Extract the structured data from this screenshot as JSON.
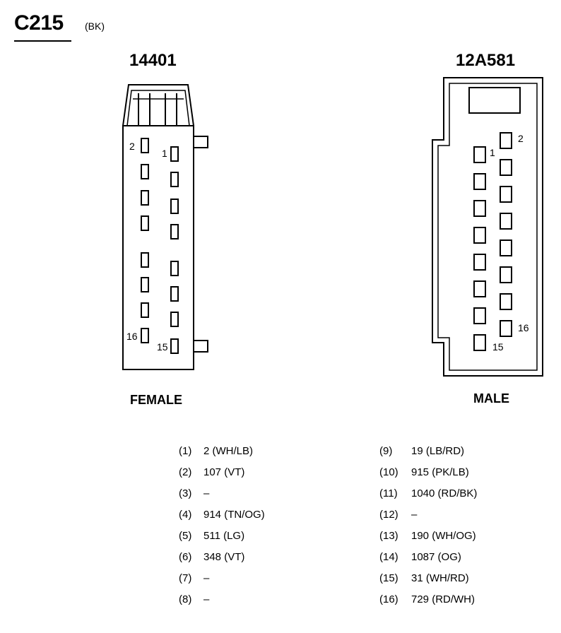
{
  "connector": {
    "id": "C215",
    "color_code": "(BK)"
  },
  "female": {
    "part_number": "14401",
    "label": "FEMALE",
    "pin_labels": [
      "1",
      "2",
      "15",
      "16"
    ]
  },
  "male": {
    "part_number": "12A581",
    "label": "MALE",
    "pin_labels": [
      "1",
      "2",
      "15",
      "16"
    ]
  },
  "pin_table": {
    "left": [
      {
        "num": "(1)",
        "wire": "2 (WH/LB)"
      },
      {
        "num": "(2)",
        "wire": "107 (VT)"
      },
      {
        "num": "(3)",
        "wire": "–"
      },
      {
        "num": "(4)",
        "wire": "914 (TN/OG)"
      },
      {
        "num": "(5)",
        "wire": "511 (LG)"
      },
      {
        "num": "(6)",
        "wire": "348 (VT)"
      },
      {
        "num": "(7)",
        "wire": "–"
      },
      {
        "num": "(8)",
        "wire": "–"
      }
    ],
    "right": [
      {
        "num": "(9)",
        "wire": "19 (LB/RD)"
      },
      {
        "num": "(10)",
        "wire": "915 (PK/LB)"
      },
      {
        "num": "(11)",
        "wire": "1040 (RD/BK)"
      },
      {
        "num": "(12)",
        "wire": "–"
      },
      {
        "num": "(13)",
        "wire": "190 (WH/OG)"
      },
      {
        "num": "(14)",
        "wire": "1087 (OG)"
      },
      {
        "num": "(15)",
        "wire": "31 (WH/RD)"
      },
      {
        "num": "(16)",
        "wire": "729 (RD/WH)"
      }
    ]
  }
}
